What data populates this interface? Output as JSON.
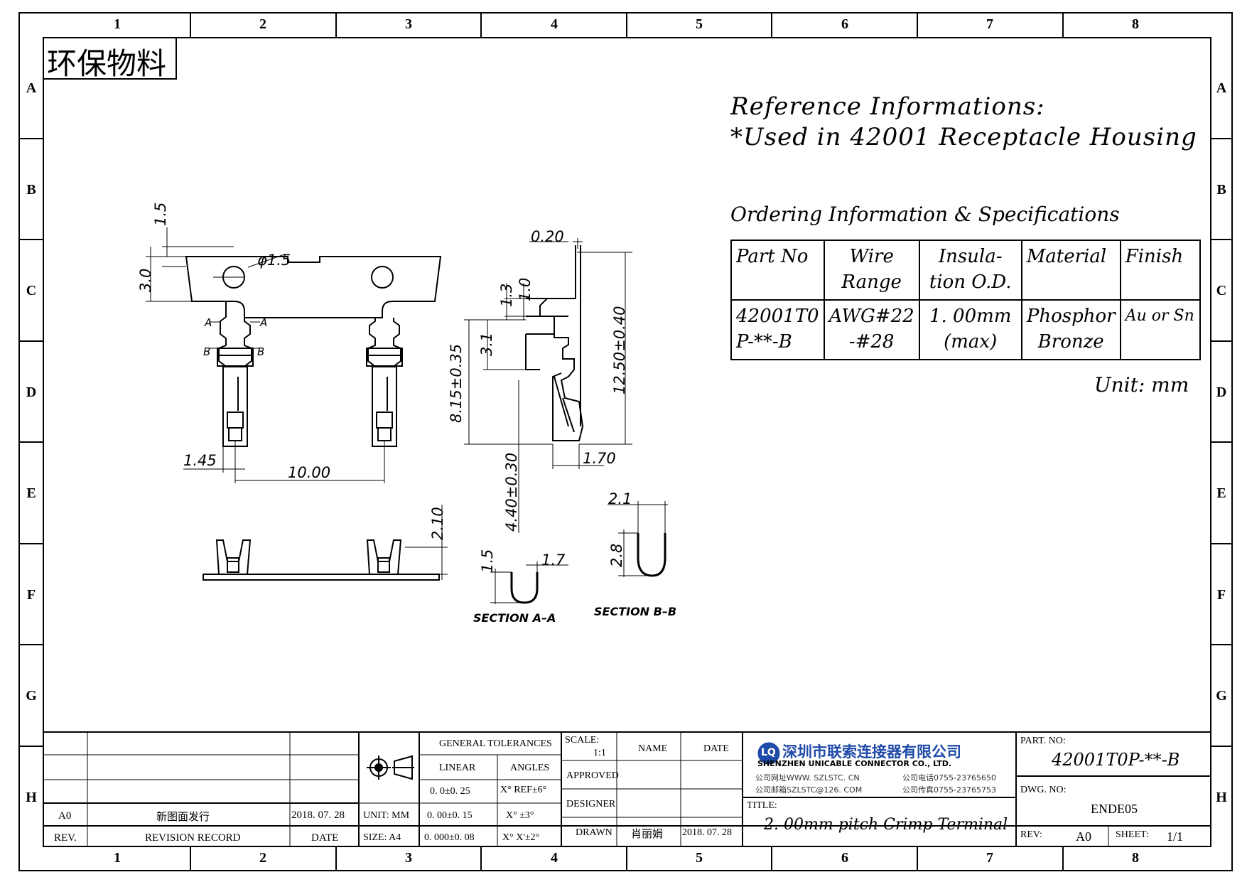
{
  "eco_badge": "环保物料",
  "zones": {
    "columns": [
      "1",
      "2",
      "3",
      "4",
      "5",
      "6",
      "7",
      "8"
    ],
    "rows": [
      "A",
      "B",
      "C",
      "D",
      "E",
      "F",
      "G",
      "H"
    ]
  },
  "reference": {
    "heading": "Reference Informations:",
    "note": "*Used in 42001 Receptacle Housing"
  },
  "ordering": {
    "heading": "Ordering Information & Specifications",
    "headers": [
      [
        "Part No"
      ],
      [
        "Wire",
        "Range"
      ],
      [
        "Insula-",
        "tion O.D."
      ],
      [
        "Material"
      ],
      [
        "Finish"
      ]
    ],
    "row": [
      [
        "42001T0",
        "P-**-B"
      ],
      [
        "AWG#22",
        "-#28"
      ],
      [
        "1. 00mm",
        "(max)"
      ],
      [
        "Phosphor",
        "Bronze"
      ],
      [
        "Au or Sn"
      ]
    ],
    "unit": "Unit: mm"
  },
  "dimensions": {
    "d1_5": "1.5",
    "d3_0": "3.0",
    "phi": "φ1.5",
    "d1_45": "1.45",
    "d10_00": "10.00",
    "d0_20": "0.20",
    "d1_3": "1.3",
    "d1_0": "1.0",
    "d3_1": "3.1",
    "d8_15": "8.15±0.35",
    "d12_50": "12.50±0.40",
    "d4_40": "4.40±0.30",
    "d1_70": "1.70",
    "d2_10": "2.10",
    "d2_1": "2.1",
    "d2_8": "2.8",
    "dA1_5": "1.5",
    "dA1_7": "1.7",
    "markA": "A",
    "markB": "B"
  },
  "sections": {
    "aa": "SECTION A–A",
    "bb": "SECTION B–B"
  },
  "title_block": {
    "rev_code": "A0",
    "revision_desc": "新图面发行",
    "revision_date": "2018. 07. 28",
    "rev_label": "REV.",
    "revision_record_label": "REVISION RECORD",
    "date_label": "DATE",
    "unit_label": "UNIT: MM",
    "size_label": "SIZE: A4",
    "general_tol": "GENERAL TOLERANCES",
    "linear": "LINEAR",
    "angles": "ANGLES",
    "lin": [
      "0. 0±0. 25",
      "0. 00±0. 15",
      "0. 000±0. 08"
    ],
    "ang": [
      "X° REF±6°",
      "X° ±3°",
      "X° X'±2°"
    ],
    "scale_label": "SCALE:",
    "scale_value": "1:1",
    "approved": "APPROVED",
    "designer": "DESIGNER",
    "drawn": "DRAWN",
    "name_label": "NAME",
    "date_label2": "DATE",
    "drawn_name": "肖丽娟",
    "drawn_date": "2018. 07. 28",
    "company_logo": "LQ",
    "company_cn": "深圳市联索连接器有限公司",
    "company_en": "SHENZHEN UNICABLE CONNECTOR CO., LTD.",
    "web": "公司网址WWW. SZLSTC. CN",
    "email": "公司邮箱SZLSTC@126. COM",
    "phone": "公司电话0755-23765650",
    "fax": "公司传真0755-23765753",
    "title_label": "TITLE:",
    "title_value": "2. 00mm pitch Crimp Terminal",
    "part_no_label": "PART. NO:",
    "part_no": "42001T0P-**-B",
    "dwg_no_label": "DWG. NO:",
    "dwg_no": "ENDE05",
    "rev_label2": "REV:",
    "rev_value": "A0",
    "sheet_label": "SHEET:",
    "sheet_value": "1/1"
  }
}
